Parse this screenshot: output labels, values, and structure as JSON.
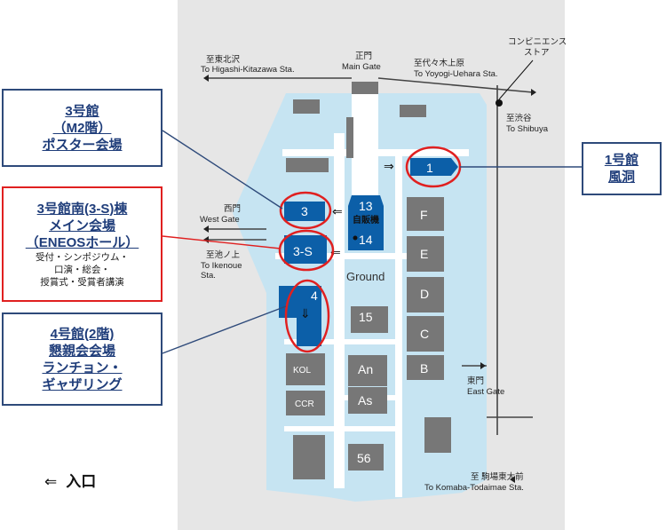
{
  "directions": {
    "higashi_kitazawa_jp": "至東北沢",
    "higashi_kitazawa_en": "To Higashi-Kitazawa Sta.",
    "main_gate_jp": "正門",
    "main_gate_en": "Main Gate",
    "yoyogi_uehara_jp": "至代々木上原",
    "yoyogi_uehara_en": "To Yoyogi-Uehara Sta.",
    "convenience_store_1": "コンビニエンス",
    "convenience_store_2": "ストア",
    "shibuya_jp": "至渋谷",
    "shibuya_en": "To Shibuya",
    "west_gate_jp": "西門",
    "west_gate_en": "West Gate",
    "ikenoue_jp": "至池ノ上",
    "ikenoue_en_1": "To Ikenoue",
    "ikenoue_en_2": "Sta.",
    "east_gate_jp": "東門",
    "east_gate_en": "East Gate",
    "komaba_jp": "至 駒場東大前",
    "komaba_en": "To Komaba-Todaimae Sta."
  },
  "buildings": {
    "b1": "1",
    "b3": "3",
    "b3s": "3-S",
    "b4": "4",
    "b13": "13",
    "b14": "14",
    "vending": "自販機",
    "ground": "Ground",
    "b15": "15",
    "F": "F",
    "E": "E",
    "D": "D",
    "C": "C",
    "B": "B",
    "kol": "KOL",
    "ccr": "CCR",
    "an": "An",
    "as": "As",
    "b56": "56"
  },
  "callouts": {
    "poster": {
      "line1": "3号館",
      "line2": "（M2階）",
      "line3": "ポスター会場"
    },
    "main_hall": {
      "line1": "3号館南(3-S)棟",
      "line2": "メイン会場",
      "line3": "（ENEOSホール）",
      "sub1": "受付・シンポジウム・",
      "sub2": "口演・総会・",
      "sub3": "授賞式・受賞者講演"
    },
    "fudo": {
      "line1": "1号館",
      "line2": "風洞"
    },
    "banquet": {
      "line1": "4号館(2階)",
      "line2": "懇親会会場",
      "line3": "ランチョン・",
      "line4": "ギャザリング"
    }
  },
  "legend": {
    "arrow": "⇐",
    "label": "入口"
  },
  "colors": {
    "map_bg": "#e6e6e6",
    "campus": "#c6e4f2",
    "building": "#777777",
    "highlight": "#0c5fa8",
    "path": "#ffffff",
    "road": "#444444",
    "red": "#e02020",
    "navy": "#1f3d7a"
  }
}
